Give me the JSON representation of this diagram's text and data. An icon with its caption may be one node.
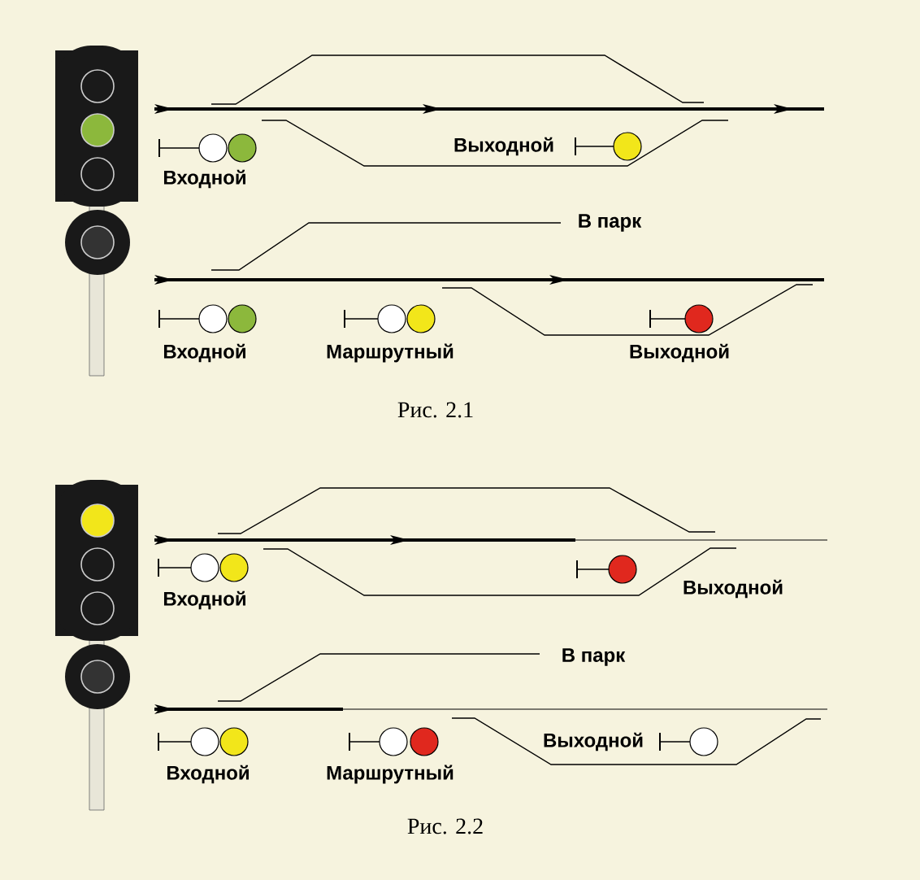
{
  "diagram": {
    "labels": [
      "Выходной",
      "Входной",
      "В парк",
      "Входной",
      "Маршрутный",
      "Выходной",
      "Рис. 2.1",
      "Выходной",
      "Входной",
      "В парк",
      "Выходной",
      "Входной",
      "Маршрутный",
      "Рис. 2.2"
    ]
  }
}
